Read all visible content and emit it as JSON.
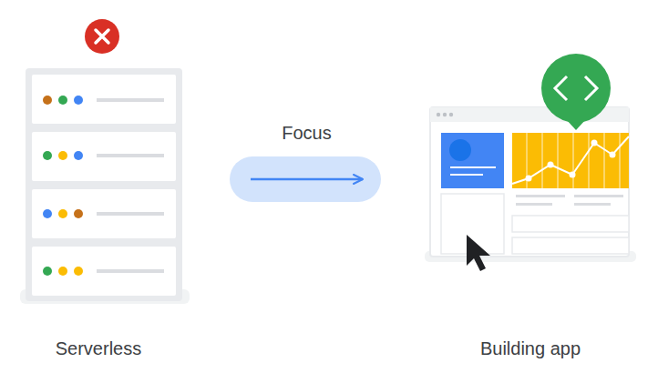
{
  "diagram": {
    "nodes": [
      {
        "text": [
          "Serverless"
        ]
      },
      {
        "text": [
          "Building app"
        ]
      }
    ],
    "edges": [
      {
        "from": 0,
        "to": 1,
        "label": "Focus",
        "arrow": "to"
      }
    ]
  }
}
